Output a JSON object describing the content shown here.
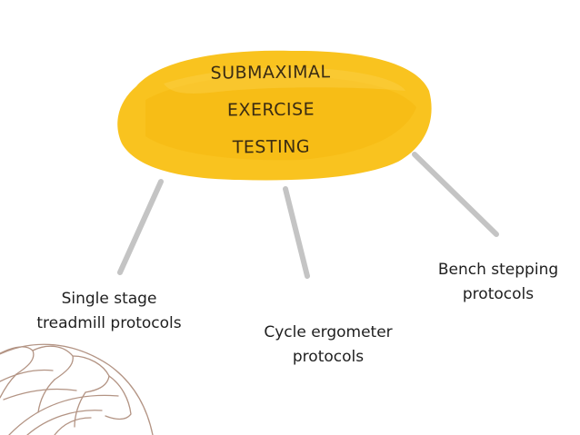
{
  "diagram": {
    "center": {
      "lines": [
        "SUBMAXIMAL",
        "EXERCISE",
        "TESTING"
      ],
      "blob_color": "#f9c31f"
    },
    "branches": [
      {
        "lines": [
          "Single stage",
          "treadmill protocols"
        ]
      },
      {
        "lines": [
          "Cycle ergometer",
          "protocols"
        ]
      },
      {
        "lines": [
          "Bench stepping",
          "protocols"
        ]
      }
    ],
    "connector_color": "#c4c4c4",
    "text_color": "#1f1f1f",
    "decoration": {
      "icon": "monstera-leaf-icon",
      "color": "#b39484"
    }
  }
}
